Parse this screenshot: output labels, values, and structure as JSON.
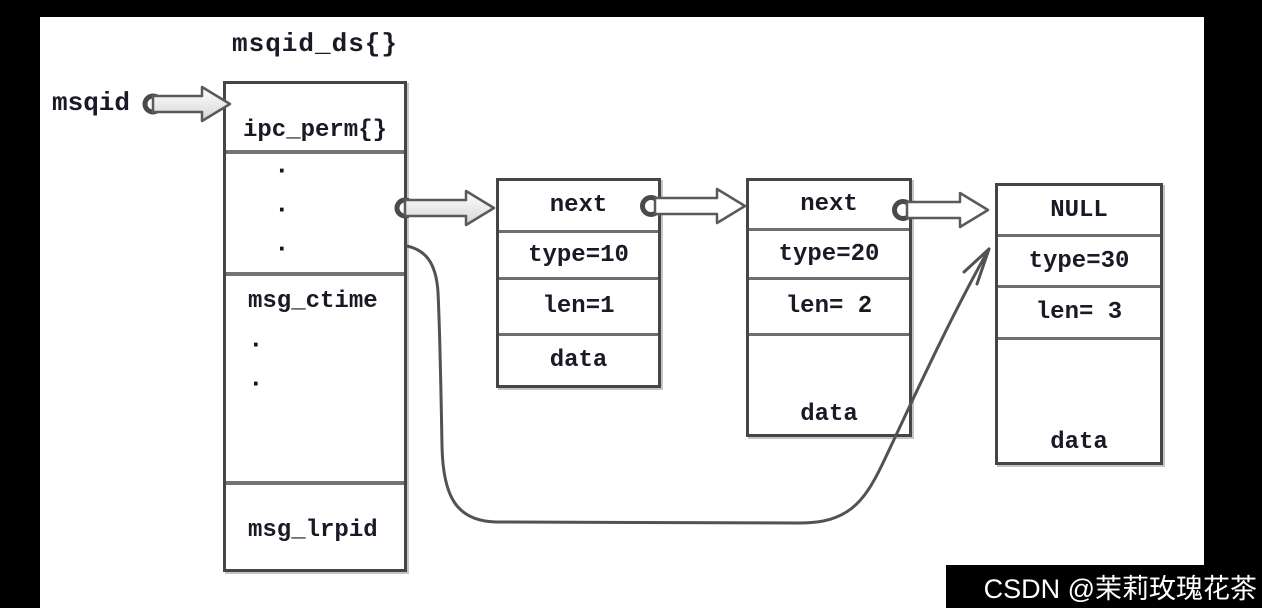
{
  "diagram": {
    "title": "msqid_ds{}",
    "pointer_label": "msqid",
    "struct": {
      "field_ipc_perm": "ipc_perm{}",
      "dots_top": "·\n·\n·",
      "field_msg_ctime": "msg_ctime",
      "dots_mid": "·\n·",
      "field_msg_lrpid": "msg_lrpid"
    },
    "messages": [
      {
        "next": "next",
        "type": "type=10",
        "len": "len=1",
        "data": "data"
      },
      {
        "next": "next",
        "type": "type=20",
        "len": "len= 2",
        "data": "data"
      },
      {
        "next": "NULL",
        "type": "type=30",
        "len": "len= 3",
        "data": "data"
      }
    ],
    "icons": {
      "pointer_arrow": "hollow-right-block-arrow",
      "pointer_tail": "open-ring",
      "last_message_link": "curved-up-arrow"
    },
    "colors": {
      "box_border": "#454545",
      "divider": "#747474",
      "arrow_outline": "#5a5a5a",
      "text": "#1a1a26",
      "frame": "#000000",
      "background": "#ffffff"
    }
  },
  "watermark": {
    "text": "CSDN @茉莉玫瑰花茶",
    "background": "#000000",
    "color": "#ffffff"
  }
}
